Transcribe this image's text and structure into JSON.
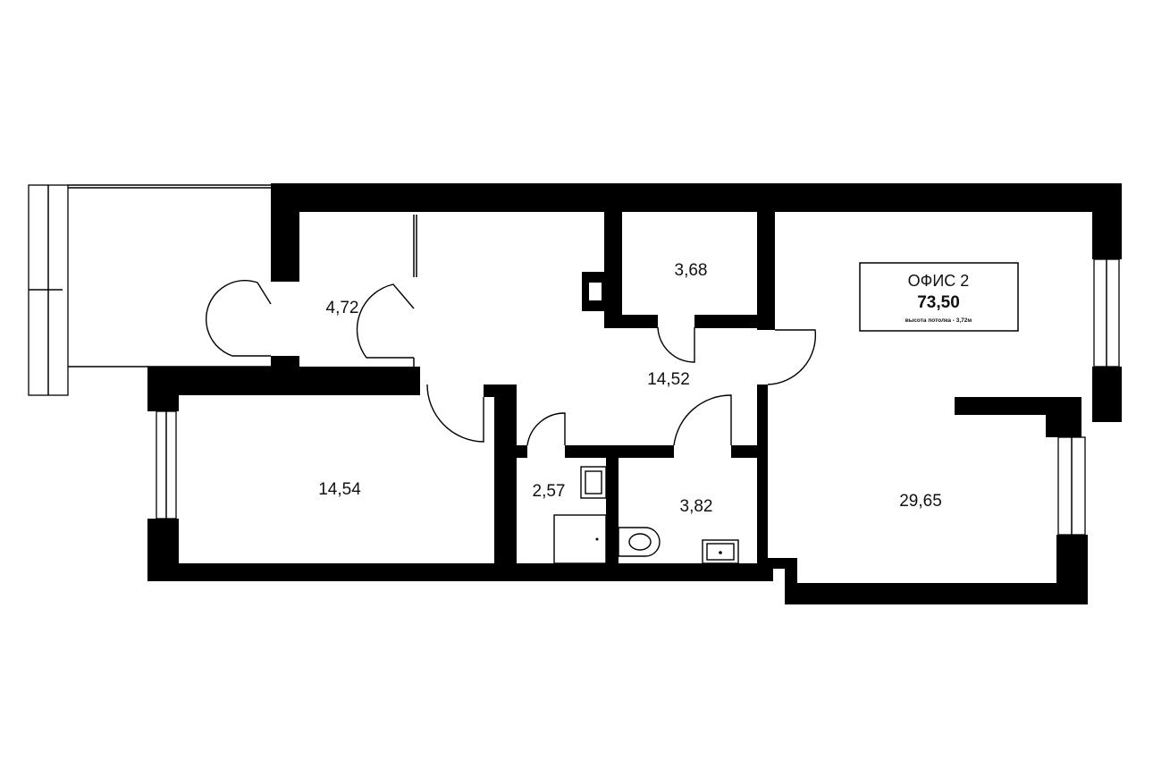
{
  "plan": {
    "infobox": {
      "title": "ОФИС 2",
      "area": "73,50",
      "note": "высота потолка - 3,72м"
    },
    "rooms": {
      "balcony": "",
      "vestibule": "4,72",
      "hall": "14,52",
      "storage": "3,68",
      "office_large": "29,65",
      "office_small": "14,54",
      "toilet": "2,57",
      "bathroom": "3,82"
    }
  }
}
